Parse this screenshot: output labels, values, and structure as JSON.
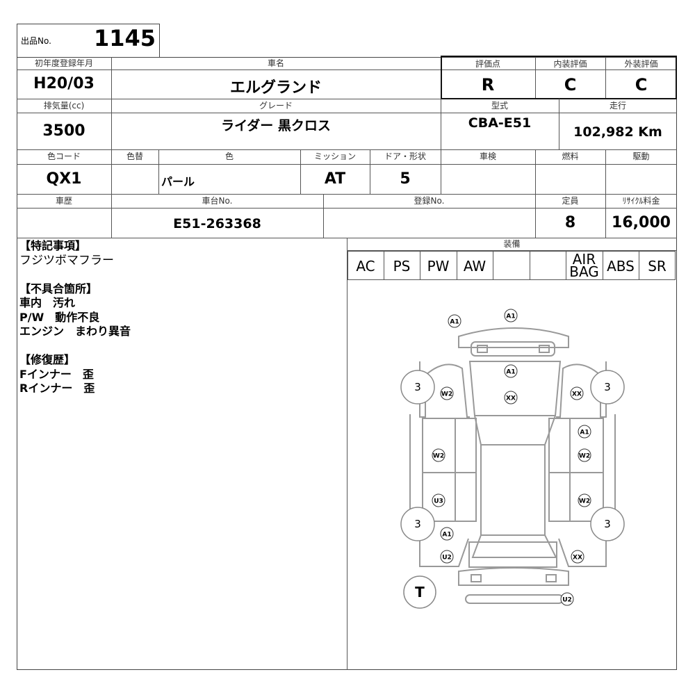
{
  "lot": {
    "label": "出品No.",
    "number": "1145"
  },
  "headers": {
    "first_reg": "初年度登録年月",
    "car_name": "車名",
    "score": "評価点",
    "interior": "内装評価",
    "exterior": "外装評価",
    "displacement": "排気量(cc)",
    "grade": "グレード",
    "model": "型式",
    "mileage": "走行",
    "color_code": "色コード",
    "color_change": "色替",
    "color": "色",
    "transmission": "ミッション",
    "doors": "ドア・形状",
    "inspection": "車検",
    "fuel": "燃料",
    "drive": "駆動",
    "history": "車歴",
    "chassis": "車台No.",
    "registration": "登録No.",
    "capacity": "定員",
    "recycle": "ﾘｻｲｸﾙ料金",
    "equipment": "装備"
  },
  "values": {
    "first_reg": "H20/03",
    "car_name": "エルグランド",
    "score": "R",
    "interior": "C",
    "exterior": "C",
    "displacement": "3500",
    "grade": "ライダー 黒クロス",
    "model": "CBA-E51",
    "mileage": "102,982 Km",
    "color_code": "QX1",
    "color_change": "",
    "color": "パール",
    "transmission": "AT",
    "doors": "5",
    "inspection": "",
    "fuel": "",
    "drive": "",
    "history": "",
    "chassis": "E51-263368",
    "registration": "",
    "capacity": "8",
    "recycle": "16,000"
  },
  "notes": {
    "special_title": "【特記事項】",
    "special_items": [
      "フジツボマフラー"
    ],
    "defects_title": "【不具合箇所】",
    "defects_items": [
      "車内　汚れ",
      "P/W　動作不良",
      "エンジン　まわり異音"
    ],
    "repair_title": "【修復歴】",
    "repair_items": [
      "Fインナー　歪",
      "Rインナー　歪"
    ]
  },
  "equipment": [
    "AC",
    "PS",
    "PW",
    "AW",
    "",
    "",
    "AIR\nBAG",
    "ABS",
    "SR"
  ],
  "damage_codes": {
    "rear_top_left": "A1",
    "rear_top": "A1",
    "roof_a1": "A1",
    "roof_xx": "XX",
    "lf_w2": "W2",
    "rf_xx": "XX",
    "right_a1": "A1",
    "left_w2": "W2",
    "right_w2": "W2",
    "left_u3": "U3",
    "right_w2b": "W2",
    "lr_a1": "A1",
    "lr_u2": "U2",
    "rr_xx": "XX",
    "front_u2": "U2"
  },
  "tires": {
    "lf": "3",
    "rf": "3",
    "lr": "3",
    "rr": "3",
    "spare": "T"
  }
}
